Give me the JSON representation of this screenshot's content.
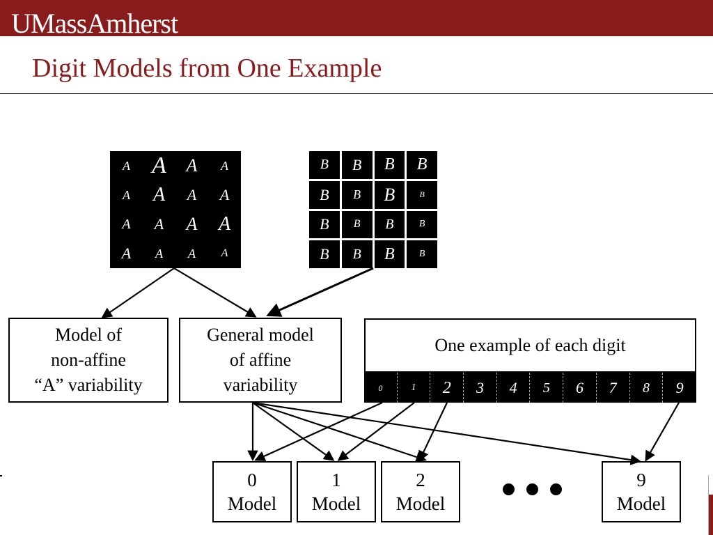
{
  "header": {
    "logo": "UMassAmherst"
  },
  "slide": {
    "title": "Digit Models from One Example"
  },
  "letters_a": [
    "A",
    "A",
    "A",
    "A",
    "A",
    "A",
    "A",
    "A",
    "A",
    "A",
    "A",
    "A",
    "A",
    "A",
    "A",
    "A"
  ],
  "letters_b": [
    "B",
    "B",
    "B",
    "B",
    "B",
    "B",
    "B",
    "B",
    "B",
    "B",
    "B",
    "B",
    "B",
    "B",
    "B",
    "B"
  ],
  "boxes": {
    "model_a": [
      "Model of",
      "non-affine",
      "“A” variability"
    ],
    "general": [
      "General model",
      "of affine",
      "variability"
    ],
    "examples_title": "One example of each digit"
  },
  "digits": [
    "0",
    "1",
    "2",
    "3",
    "4",
    "5",
    "6",
    "7",
    "8",
    "9"
  ],
  "models": [
    {
      "num": "0",
      "label": "Model"
    },
    {
      "num": "1",
      "label": "Model"
    },
    {
      "num": "2",
      "label": "Model"
    },
    {
      "num": "9",
      "label": "Model"
    }
  ],
  "colors": {
    "brand": "#881c1c",
    "ink": "#000000"
  }
}
